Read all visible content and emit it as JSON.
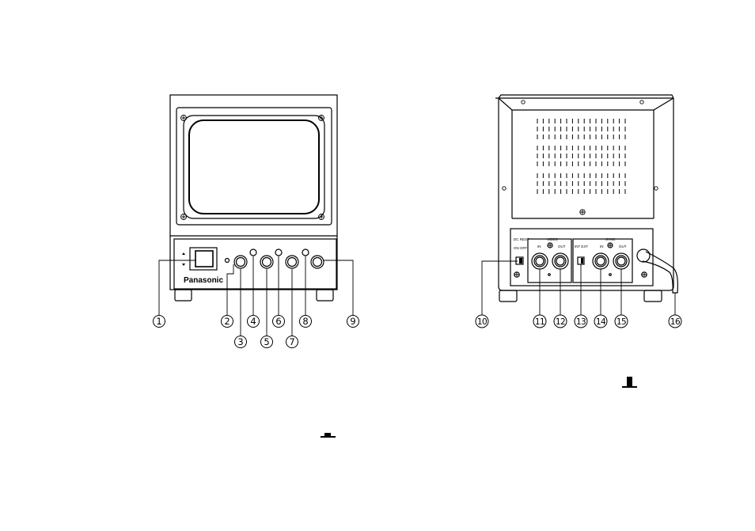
{
  "front": {
    "brand": "Panasonic",
    "callouts": [
      "1",
      "2",
      "3",
      "4",
      "5",
      "6",
      "7",
      "8",
      "9"
    ]
  },
  "rear": {
    "labels": {
      "dc_rest": "DC REST",
      "on_off": "ON  OFF",
      "video": "VIDEO",
      "sync": "SYNC",
      "int_ext": "INT  EXT",
      "in1": "IN",
      "out1": "OUT",
      "in2": "IN",
      "out2": "OUT"
    },
    "callouts": [
      "10",
      "11",
      "12",
      "13",
      "14",
      "15",
      "16"
    ]
  },
  "colors": {
    "line": "#000000",
    "background": "#ffffff"
  }
}
